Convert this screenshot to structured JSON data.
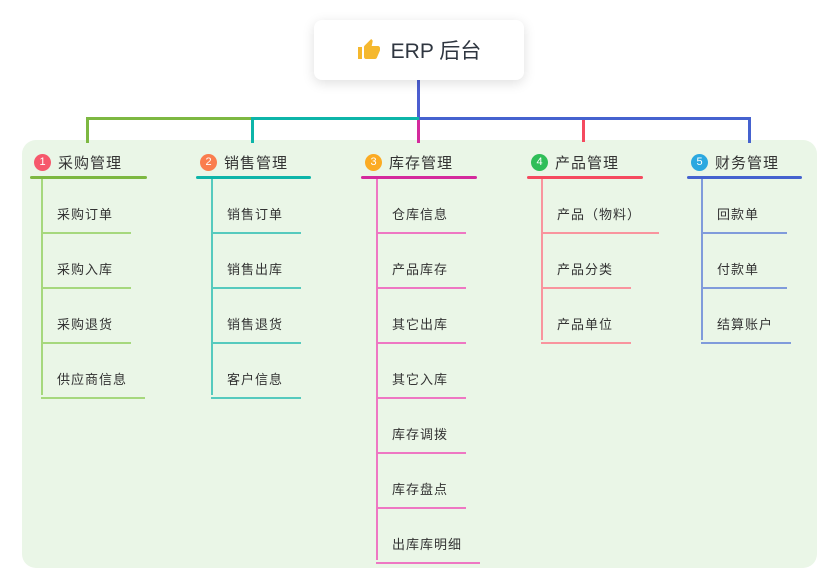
{
  "root": {
    "title": "ERP 后台",
    "icon": "thumbs-up"
  },
  "colors": {
    "panel_bg": "#eaf6e7",
    "trunk": "#4c5ed0",
    "text": "#333333",
    "root_bg": "#ffffff"
  },
  "branches": [
    {
      "badge": "1",
      "label": "采购管理",
      "line_color": "#7db841",
      "badge_color": "#f6586c",
      "child_line_color": "#a6d87d",
      "children": [
        "采购订单",
        "采购入库",
        "采购退货",
        "供应商信息"
      ]
    },
    {
      "badge": "2",
      "label": "销售管理",
      "line_color": "#0db5a9",
      "badge_color": "#fa7d4e",
      "child_line_color": "#56cabe",
      "children": [
        "销售订单",
        "销售出库",
        "销售退货",
        "客户信息"
      ]
    },
    {
      "badge": "3",
      "label": "库存管理",
      "line_color": "#d42a9d",
      "badge_color": "#fbab23",
      "child_line_color": "#ee77c3",
      "children": [
        "仓库信息",
        "产品库存",
        "其它出库",
        "其它入库",
        "库存调拨",
        "库存盘点",
        "出库库明细"
      ]
    },
    {
      "badge": "4",
      "label": "产品管理",
      "line_color": "#f54a5f",
      "badge_color": "#2fbe58",
      "child_line_color": "#f9949e",
      "children": [
        "产品（物料）",
        "产品分类",
        "产品单位"
      ]
    },
    {
      "badge": "5",
      "label": "财务管理",
      "line_color": "#4562cf",
      "badge_color": "#2ba8e0",
      "child_line_color": "#809bdb",
      "children": [
        "回款单",
        "付款单",
        "结算账户"
      ]
    }
  ]
}
